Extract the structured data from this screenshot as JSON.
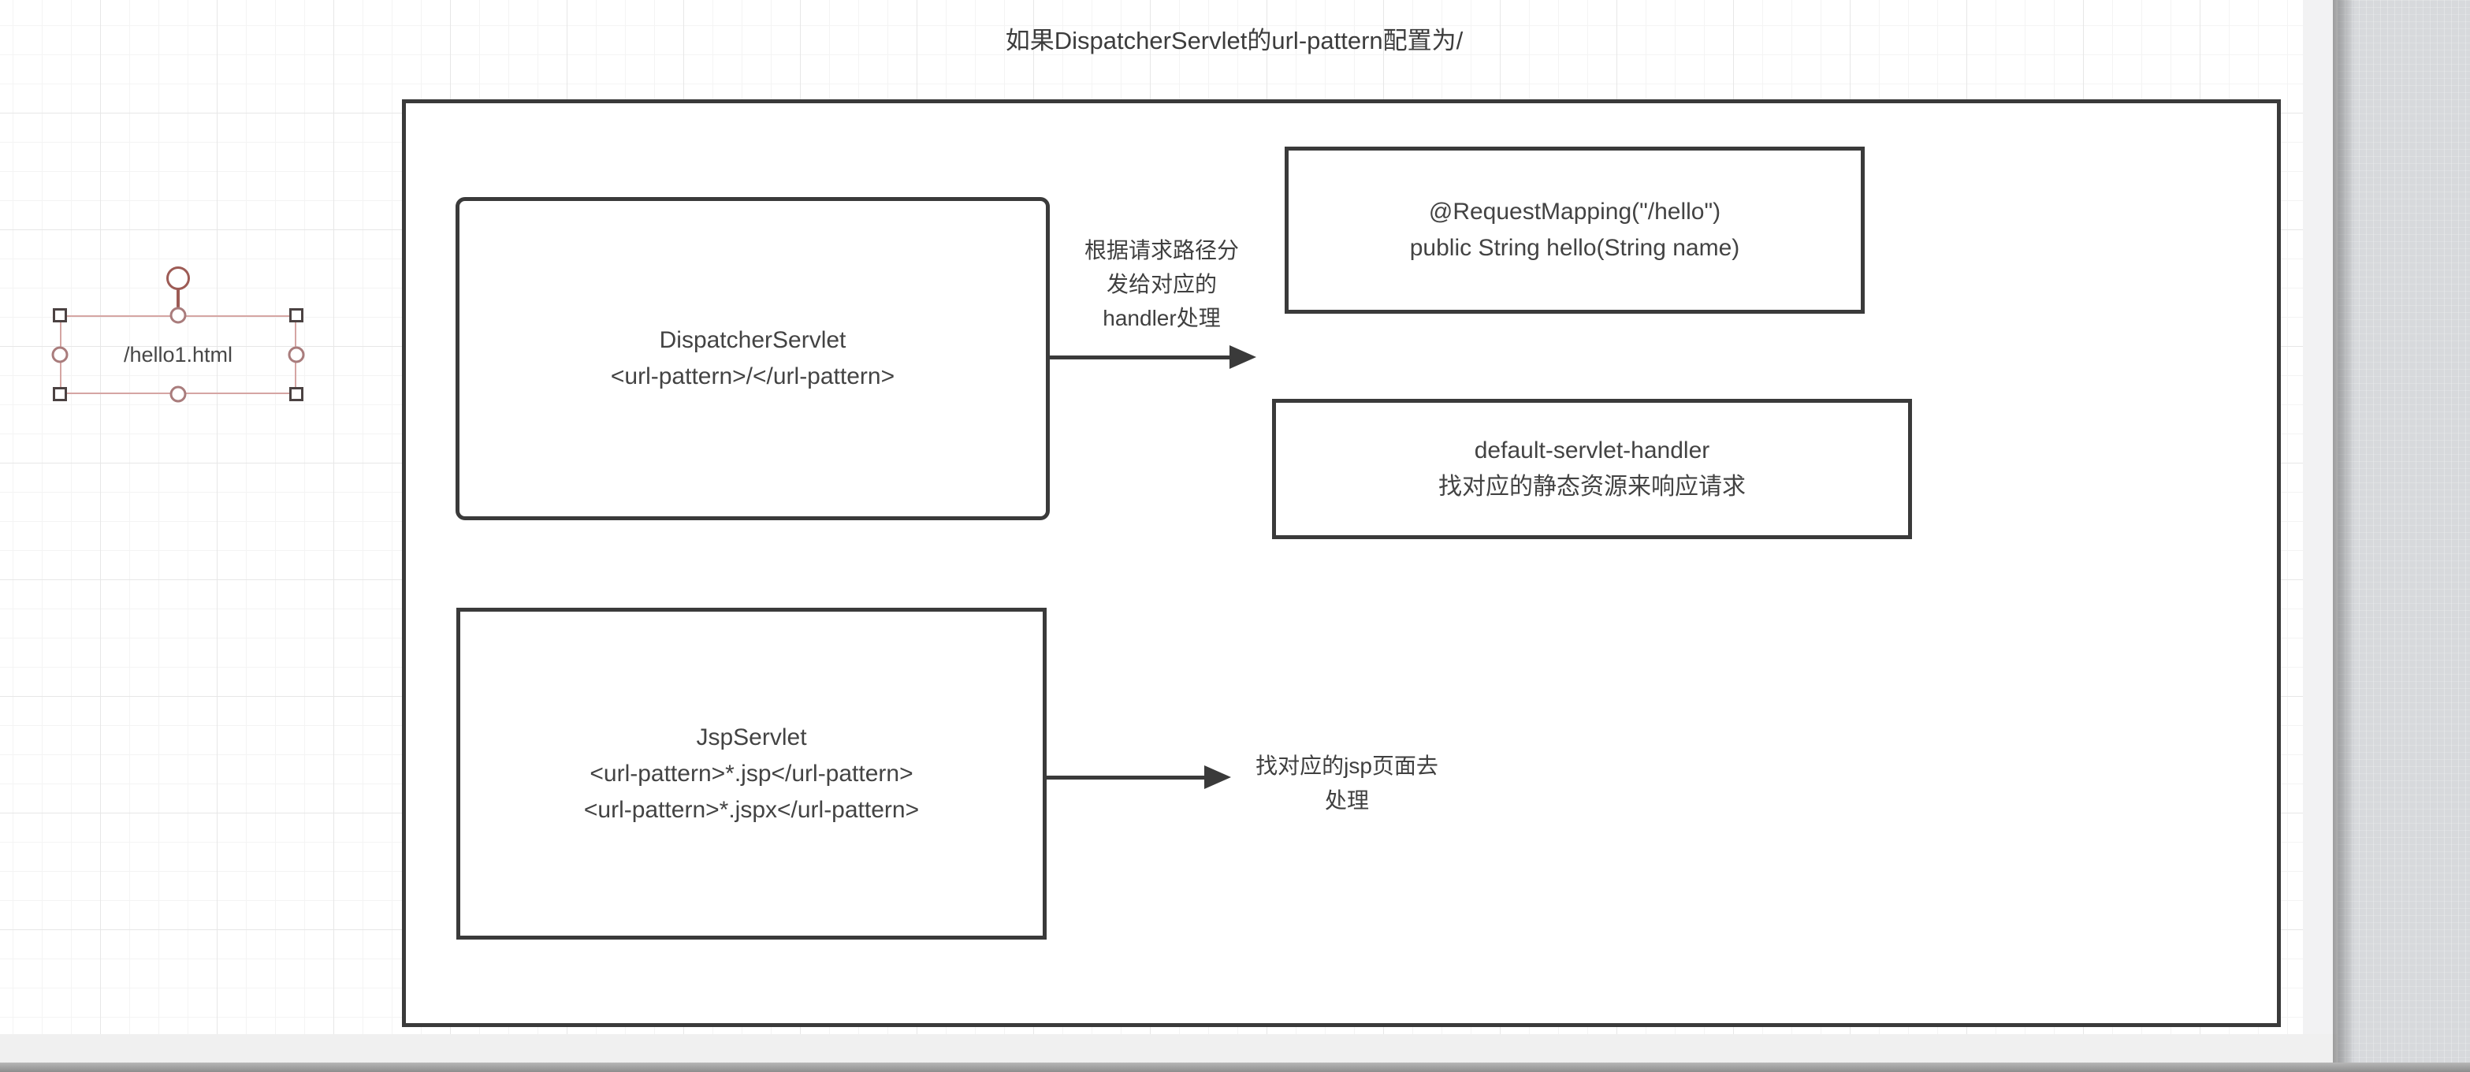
{
  "title": "如果DispatcherServlet的url-pattern配置为/",
  "selection": {
    "label": "/hello1.html"
  },
  "boxes": {
    "dispatcher": {
      "line1": "DispatcherServlet",
      "line2": "<url-pattern>/</url-pattern>"
    },
    "request_mapping": {
      "line1": "@RequestMapping(\"/hello\")",
      "line2": "public String hello(String name)"
    },
    "default_handler": {
      "line1": "default-servlet-handler",
      "line2": "找对应的静态资源来响应请求"
    },
    "jsp": {
      "line1": "JspServlet",
      "line2": "<url-pattern>*.jsp</url-pattern>",
      "line3": "<url-pattern>*.jspx</url-pattern>"
    }
  },
  "arrows": {
    "dispatch": {
      "label_line1": "根据请求路径分",
      "label_line2": "发给对应的",
      "label_line3": "handler处理"
    },
    "jsp": {
      "label_line1": "找对应的jsp页面去",
      "label_line2": "处理"
    }
  },
  "colors": {
    "shape_border": "#3a3a3a",
    "shape_text": "#434343",
    "selection_accent": "#9d5b55",
    "selection_line": "#d5a5a3",
    "canvas_background": "#ffffff",
    "outside_background": "#d7d9dc"
  }
}
